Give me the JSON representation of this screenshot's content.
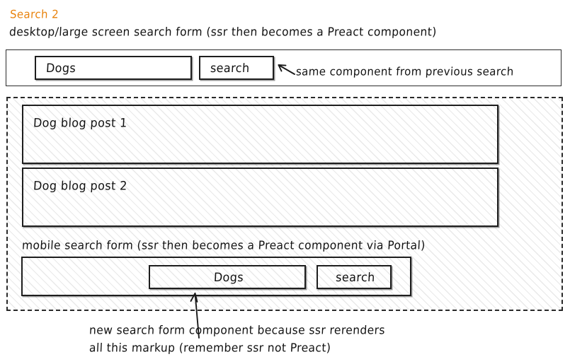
{
  "title": "Search 2",
  "title_color": "#e8820c",
  "ink_color": "#111111",
  "desktop": {
    "caption": "desktop/large screen search form (ssr then becomes a Preact component)",
    "input_value": "Dogs",
    "button_label": "search",
    "annotation": "same component from previous search",
    "annotation_arrow": "arrow-left-icon"
  },
  "ssr_region": {
    "blog_posts": [
      {
        "label": "Dog blog post 1"
      },
      {
        "label": "Dog blog post 2"
      }
    ],
    "mobile": {
      "caption": "mobile search form (ssr then becomes a Preact component via Portal)",
      "input_value": "Dogs",
      "button_label": "search"
    }
  },
  "bottom_annotation": {
    "arrow": "arrow-up-icon",
    "line1": "new search form component because ssr rerenders",
    "line2": "all this markup (remember ssr not Preact)"
  }
}
